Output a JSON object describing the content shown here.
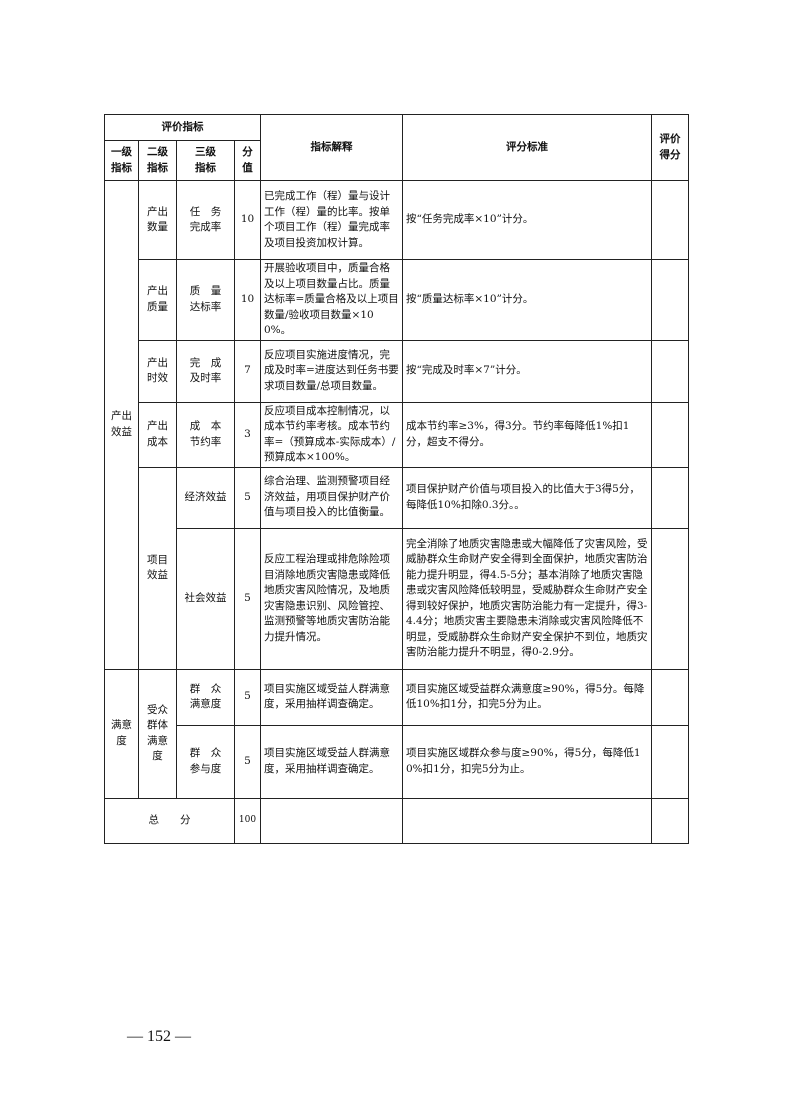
{
  "header": {
    "eval_index": "评价指标",
    "level1": "一级\n指标",
    "level2": "二级\n指标",
    "level3": "三级\n指标",
    "score": "分\n值",
    "explanation": "指标解释",
    "criteria": "评分标准",
    "eval_score": "评价\n得分"
  },
  "rows": [
    {
      "l1": "产出\n效益",
      "l2": "产出\n数量",
      "l3": "任　务\n完成率",
      "score": "10",
      "explain": "已完成工作（程）量与设计工作（程）量的比率。按单个项目工作（程）量完成率及项目投资加权计算。",
      "criteria": "按“任务完成率×10”计分。"
    },
    {
      "l2": "产出\n质量",
      "l3": "质　量\n达标率",
      "score": "10",
      "explain": "开展验收项目中，质量合格及以上项目数量占比。质量达标率=质量合格及以上项目数量/验收项目数量×100%。",
      "criteria": "按“质量达标率×10”计分。"
    },
    {
      "l2": "产出\n时效",
      "l3": "完　成\n及时率",
      "score": "7",
      "explain": "反应项目实施进度情况，完成及时率=进度达到任务书要求项目数量/总项目数量。",
      "criteria": "按“完成及时率×7”计分。"
    },
    {
      "l2": "产出\n成本",
      "l3": "成　本\n节约率",
      "score": "3",
      "explain": "反应项目成本控制情况，以成本节约率考核。成本节约率=（预算成本-实际成本）/预算成本×100%。",
      "criteria": "成本节约率≥3%，得3分。节约率每降低1%扣1分，超支不得分。"
    },
    {
      "l2": "项目\n效益",
      "l3": "经济效益",
      "score": "5",
      "explain": "综合治理、监测预警项目经济效益，用项目保护财产价值与项目投入的比值衡量。",
      "criteria": "项目保护财产价值与项目投入的比值大于3得5分，每降低10%扣除0.3分。。"
    },
    {
      "l3": "社会效益",
      "score": "5",
      "explain": "反应工程治理或排危除险项目消除地质灾害隐患或降低地质灾害风险情况，及地质灾害隐患识别、风险管控、监测预警等地质灾害防治能力提升情况。",
      "criteria": "完全消除了地质灾害隐患或大幅降低了灾害风险，受威胁群众生命财产安全得到全面保护，地质灾害防治能力提升明显，得4.5-5分；基本消除了地质灾害隐患或灾害风险降低较明显，受威胁群众生命财产安全得到较好保护，地质灾害防治能力有一定提升，得3-4.4分；地质灾害主要隐患未消除或灾害风险降低不明显，受威胁群众生命财产安全保护不到位，地质灾害防治能力提升不明显，得0-2.9分。"
    },
    {
      "l1": "满意\n度",
      "l2": "受众\n群体\n满意\n度",
      "l3": "群　众\n满意度",
      "score": "5",
      "explain": "项目实施区域受益人群满意度，采用抽样调查确定。",
      "criteria": "项目实施区域受益群众满意度≥90%，得5分。每降低10%扣1分，扣完5分为止。"
    },
    {
      "l3": "群　众\n参与度",
      "score": "5",
      "explain": "项目实施区域受益人群满意度，采用抽样调查确定。",
      "criteria": "项目实施区域群众参与度≥90%，得5分，每降低10%扣1分，扣完5分为止。"
    }
  ],
  "total": {
    "label": "总　　分",
    "score": "100"
  },
  "page_number": "— 152 —"
}
